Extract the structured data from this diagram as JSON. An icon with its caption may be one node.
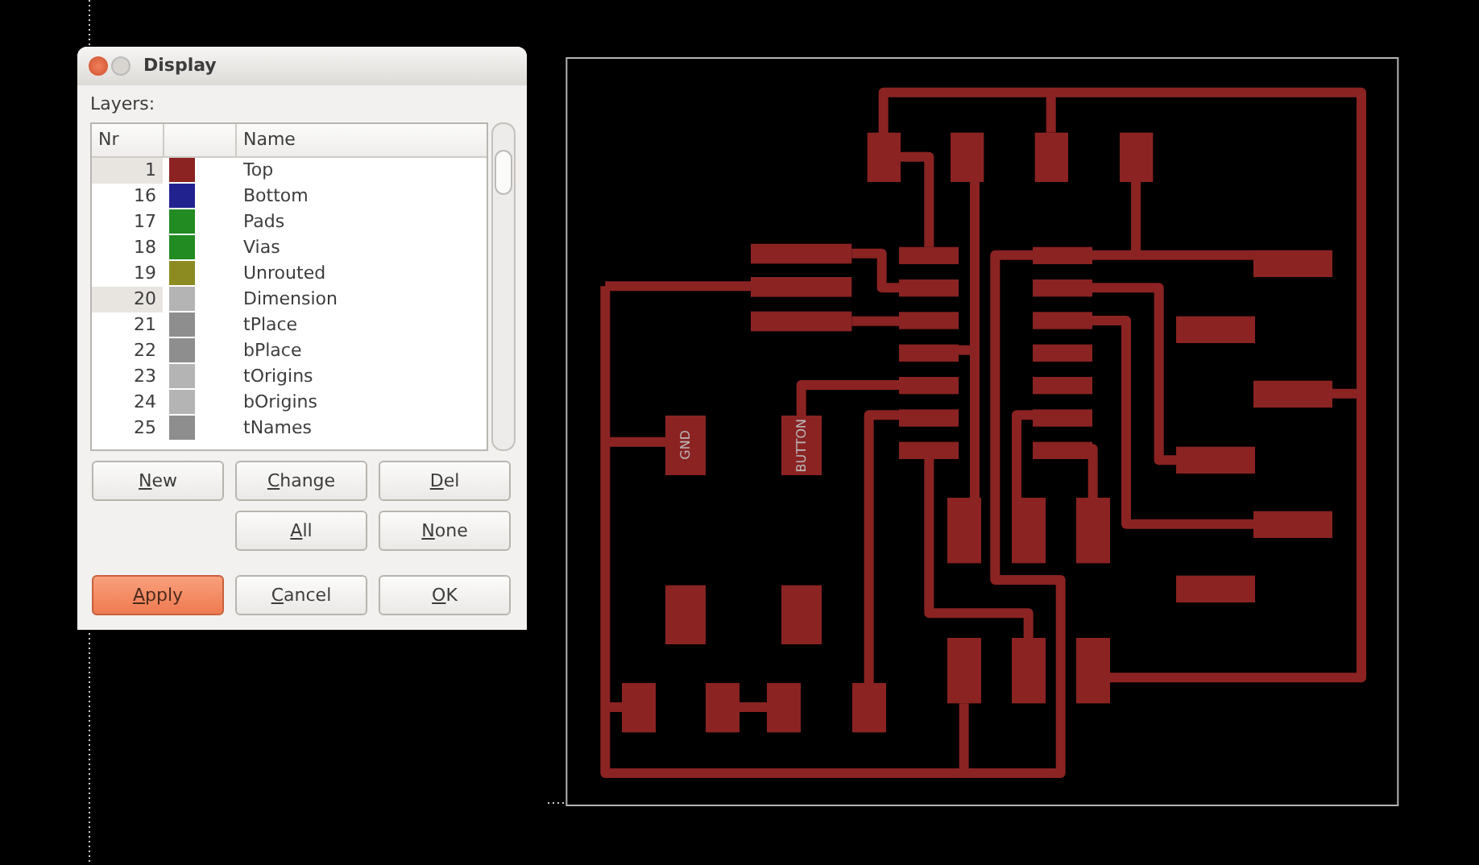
{
  "diagram": {
    "nodes": [
      {
        "text": [
          "GND"
        ]
      },
      {
        "text": [
          "BUTTON"
        ]
      }
    ],
    "labels": [
      "Display",
      "Layers:",
      "Nr",
      "Name",
      "1",
      "Top",
      "16",
      "Bottom",
      "17",
      "Pads",
      "18",
      "Vias",
      "19",
      "Unrouted",
      "20",
      "Dimension",
      "21",
      "tPlace",
      "22",
      "bPlace",
      "23",
      "tOrigins",
      "24",
      "bOrigins",
      "25",
      "tNames",
      "New",
      "Change",
      "Del",
      "All",
      "None",
      "Apply",
      "Cancel",
      "OK"
    ]
  }
}
